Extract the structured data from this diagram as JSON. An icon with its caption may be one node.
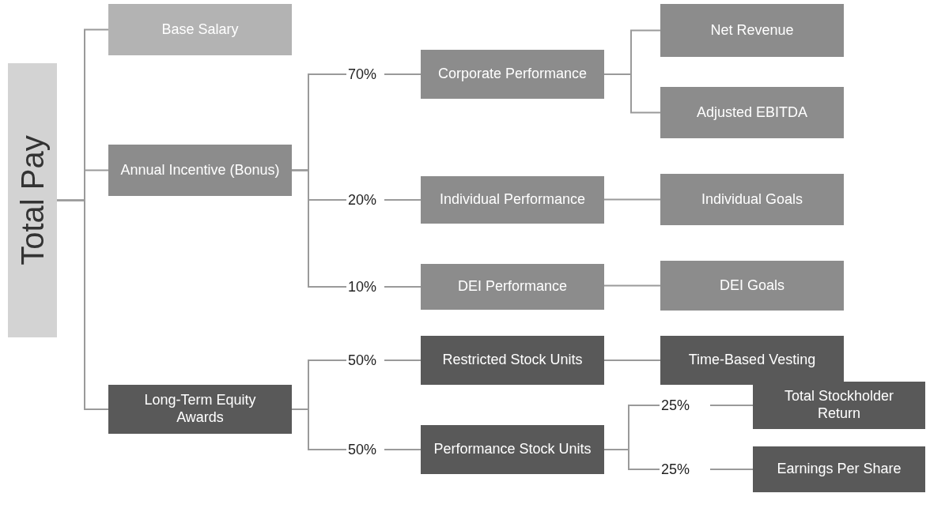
{
  "diagram": {
    "nodes": [
      {
        "text": [
          "Total Pay"
        ]
      },
      {
        "text": [
          "Base Salary"
        ]
      },
      {
        "text": [
          "Annual Incentive (Bonus)"
        ]
      },
      {
        "text": [
          "Long-Term Equity Awards"
        ]
      },
      {
        "text": [
          "Corporate Performance"
        ]
      },
      {
        "text": [
          "Net Revenue"
        ]
      },
      {
        "text": [
          "Adjusted EBITDA"
        ]
      },
      {
        "text": [
          "Individual Performance"
        ]
      },
      {
        "text": [
          "Individual Goals"
        ]
      },
      {
        "text": [
          "DEI Performance"
        ]
      },
      {
        "text": [
          "DEI Goals"
        ]
      },
      {
        "text": [
          "Restricted Stock Units"
        ]
      },
      {
        "text": [
          "Time-Based Vesting"
        ]
      },
      {
        "text": [
          "Performance Stock Units"
        ]
      },
      {
        "text": [
          "Total Stockholder Return"
        ]
      },
      {
        "text": [
          "Earnings Per Share"
        ]
      }
    ],
    "edges": [
      {
        "from": 0,
        "to": 1,
        "arrow": "none"
      },
      {
        "from": 0,
        "to": 2,
        "arrow": "none"
      },
      {
        "from": 0,
        "to": 3,
        "arrow": "none"
      },
      {
        "from": 2,
        "to": 4,
        "arrow": "none",
        "label": "70%"
      },
      {
        "from": 2,
        "to": 7,
        "arrow": "none",
        "label": "20%"
      },
      {
        "from": 2,
        "to": 9,
        "arrow": "none",
        "label": "10%"
      },
      {
        "from": 4,
        "to": 5,
        "arrow": "none"
      },
      {
        "from": 4,
        "to": 6,
        "arrow": "none"
      },
      {
        "from": 7,
        "to": 8,
        "arrow": "none"
      },
      {
        "from": 9,
        "to": 10,
        "arrow": "none"
      },
      {
        "from": 3,
        "to": 11,
        "arrow": "none",
        "label": "50%"
      },
      {
        "from": 3,
        "to": 13,
        "arrow": "none",
        "label": "50%"
      },
      {
        "from": 11,
        "to": 12,
        "arrow": "none"
      },
      {
        "from": 13,
        "to": 14,
        "arrow": "none",
        "label": "25%"
      },
      {
        "from": 13,
        "to": 15,
        "arrow": "none",
        "label": "25%"
      }
    ]
  }
}
